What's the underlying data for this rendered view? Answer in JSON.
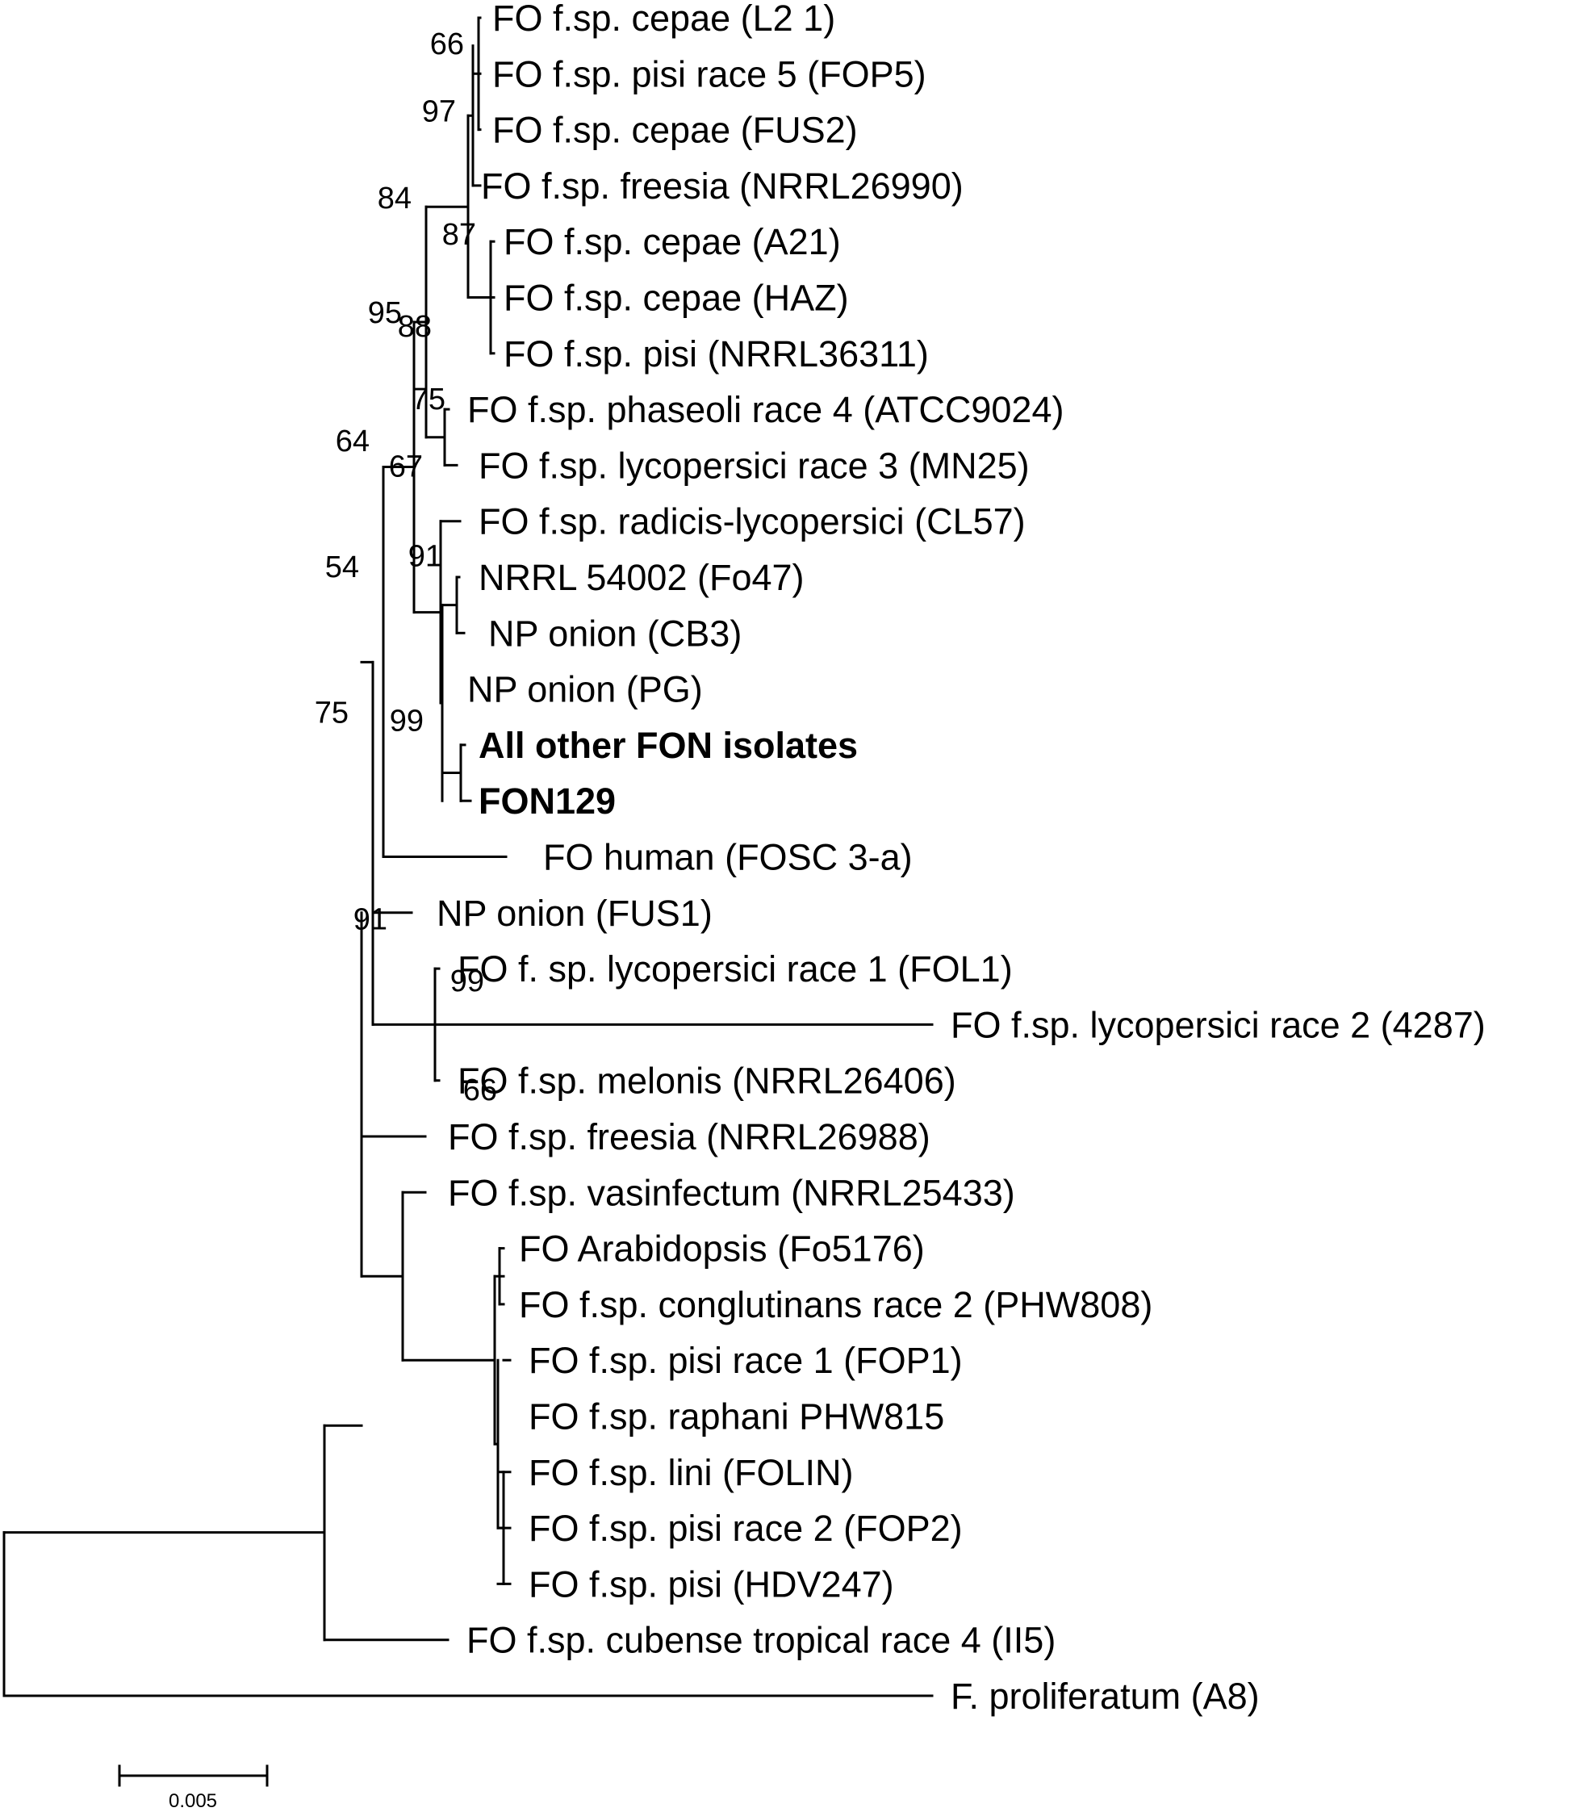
{
  "tree": {
    "taxa": [
      {
        "label": "FO f.sp. cepae (L2 1)",
        "bold": false
      },
      {
        "label": "FO f.sp. pisi race 5 (FOP5)",
        "bold": false
      },
      {
        "label": "FO f.sp. cepae (FUS2)",
        "bold": false
      },
      {
        "label": "FO f.sp. freesia (NRRL26990)",
        "bold": false
      },
      {
        "label": "FO f.sp. cepae (A21)",
        "bold": false
      },
      {
        "label": "FO f.sp. cepae (HAZ)",
        "bold": false
      },
      {
        "label": "FO f.sp. pisi (NRRL36311)",
        "bold": false
      },
      {
        "label": "FO f.sp. phaseoli race 4 (ATCC9024)",
        "bold": false
      },
      {
        "label": "FO f.sp. lycopersici race 3 (MN25)",
        "bold": false
      },
      {
        "label": "FO f.sp. radicis-lycopersici (CL57)",
        "bold": false
      },
      {
        "label": "NRRL 54002 (Fo47)",
        "bold": false
      },
      {
        "label": "NP onion (CB3)",
        "bold": false
      },
      {
        "label": "NP onion (PG)",
        "bold": false
      },
      {
        "label": "All other FON isolates",
        "bold": true
      },
      {
        "label": "FON129",
        "bold": true
      },
      {
        "label": "FO human (FOSC 3-a)",
        "bold": false
      },
      {
        "label": "NP onion (FUS1)",
        "bold": false
      },
      {
        "label": "FO f. sp. lycopersici race 1 (FOL1)",
        "bold": false
      },
      {
        "label": "FO f.sp. lycopersici race 2 (4287)",
        "bold": false
      },
      {
        "label": "FO f.sp. melonis (NRRL26406)",
        "bold": false
      },
      {
        "label": "FO f.sp. freesia (NRRL26988)",
        "bold": false
      },
      {
        "label": "FO f.sp. vasinfectum (NRRL25433)",
        "bold": false
      },
      {
        "label": "FO Arabidopsis (Fo5176)",
        "bold": false
      },
      {
        "label": "FO f.sp. conglutinans race 2 (PHW808)",
        "bold": false
      },
      {
        "label": "FO f.sp. pisi race 1 (FOP1)",
        "bold": false
      },
      {
        "label": "FO f.sp. raphani PHW815",
        "bold": false
      },
      {
        "label": "FO f.sp. lini (FOLIN)",
        "bold": false
      },
      {
        "label": "FO f.sp. pisi race 2 (FOP2)",
        "bold": false
      },
      {
        "label": "FO f.sp. pisi (HDV247)",
        "bold": false
      },
      {
        "label": "FO f.sp. cubense tropical race 4 (II5)",
        "bold": false
      },
      {
        "label": "F. proliferatum (A8)",
        "bold": false
      }
    ],
    "support_values": [
      "66",
      "97",
      "84",
      "87",
      "95",
      "88",
      "75",
      "64",
      "67",
      "91",
      "54",
      "99",
      "75",
      "91",
      "99",
      "66"
    ],
    "scale_bar": {
      "label": "0.005"
    }
  }
}
